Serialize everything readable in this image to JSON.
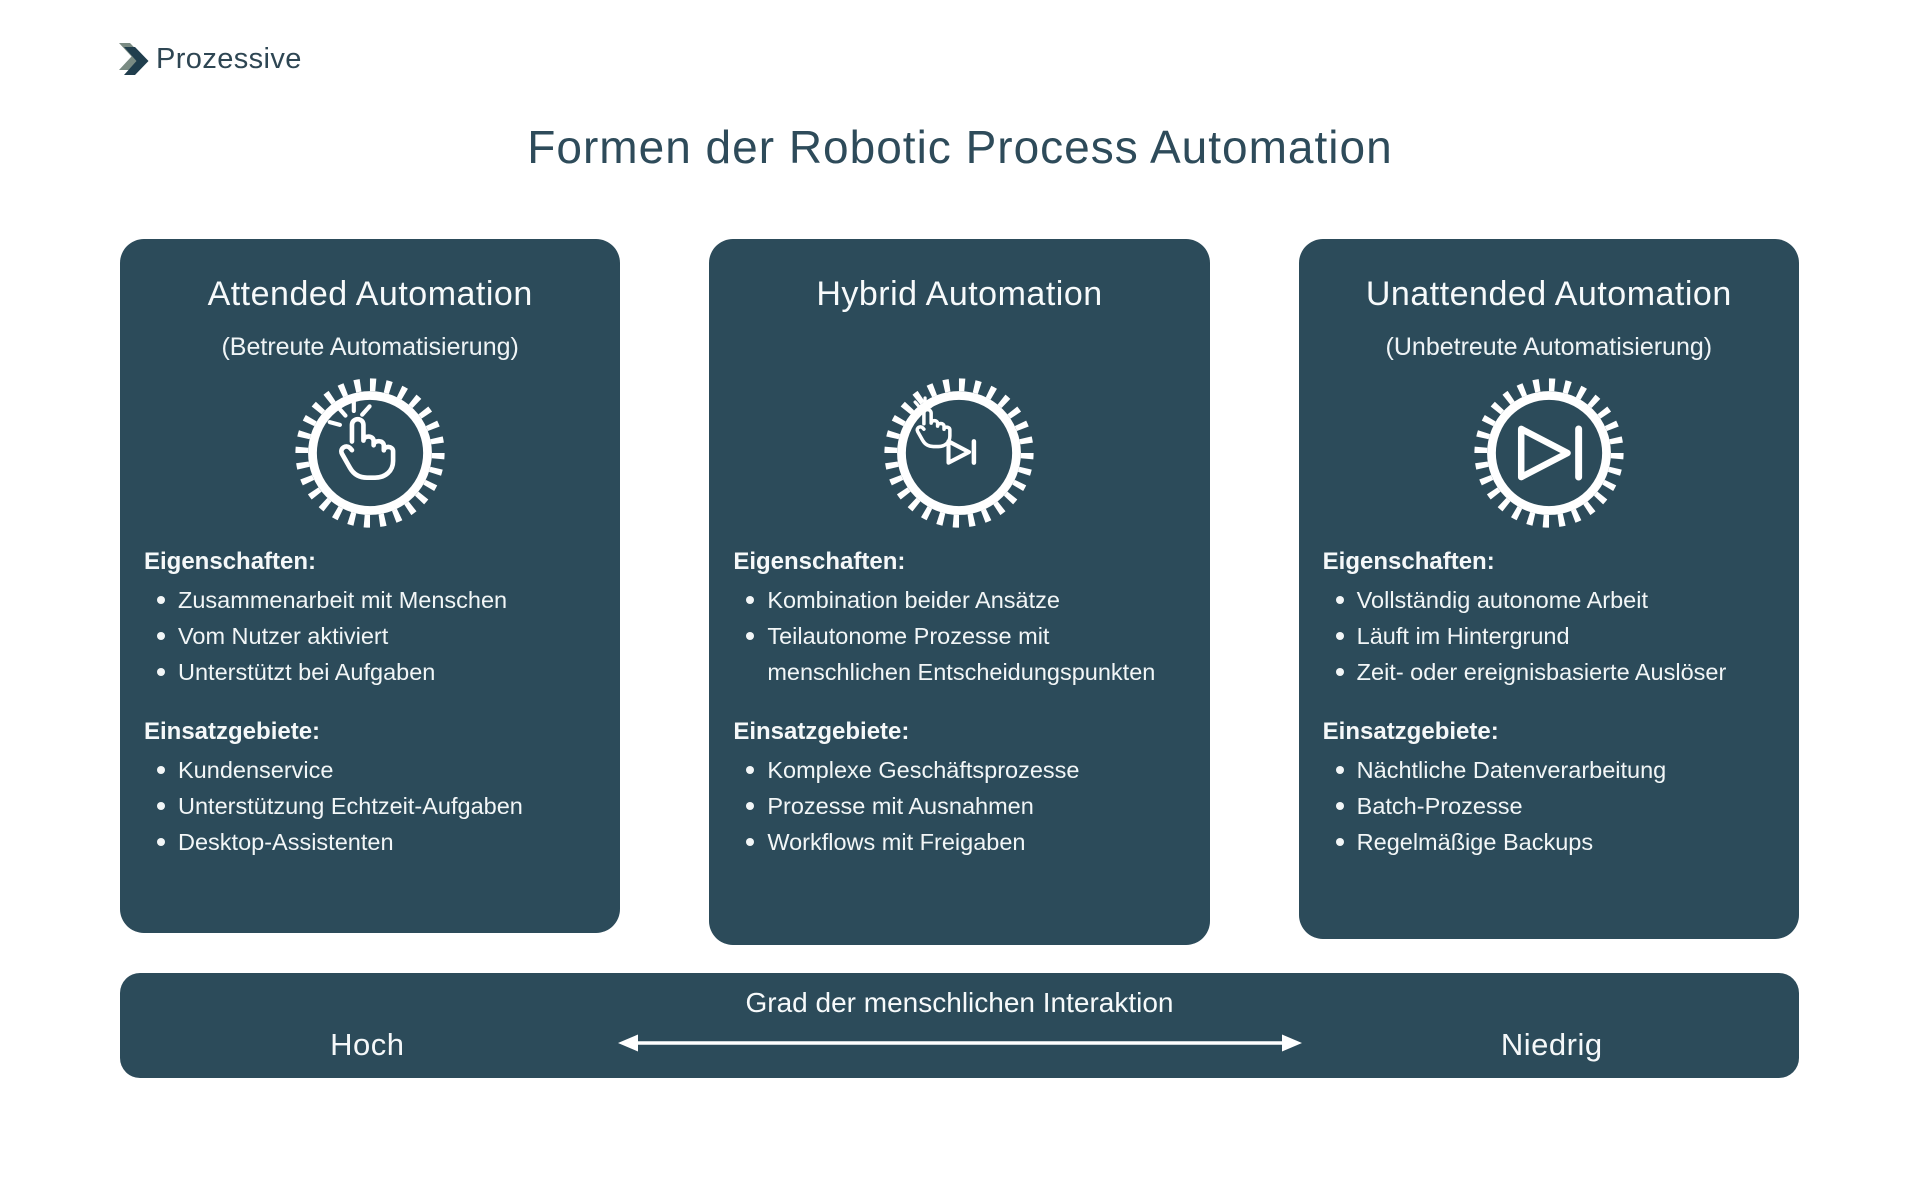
{
  "logo": {
    "text": "Prozessive",
    "icon": "chevron-logo-icon",
    "color_light": "#7A8B83",
    "color_dark": "#203E4D"
  },
  "title": "Formen der Robotic Process Automation",
  "colors": {
    "card_background": "#2C4B5A",
    "title_text": "#2E4B5A",
    "content_text": "#FFFFFF"
  },
  "cards": [
    {
      "title": "Attended Automation",
      "subtitle": "(Betreute Automatisierung)",
      "icon": "gear-click-hand-icon",
      "sections": [
        {
          "heading": "Eigenschaften:",
          "items": [
            "Zusammenarbeit mit Menschen",
            "Vom Nutzer aktiviert",
            "Unterstützt bei Aufgaben"
          ]
        },
        {
          "heading": "Einsatzgebiete:",
          "items": [
            "Kundenservice",
            "Unterstützung Echtzeit-Aufgaben",
            "Desktop-Assistenten"
          ]
        }
      ]
    },
    {
      "title": "Hybrid Automation",
      "subtitle": "",
      "icon": "gear-click-hand-skip-icon",
      "sections": [
        {
          "heading": "Eigenschaften:",
          "items": [
            "Kombination beider Ansätze",
            "Teilautonome Prozesse mit menschlichen Entscheidungspunkten"
          ]
        },
        {
          "heading": "Einsatzgebiete:",
          "items": [
            "Komplexe Geschäftsprozesse",
            "Prozesse mit Ausnahmen",
            "Workflows mit Freigaben"
          ]
        }
      ]
    },
    {
      "title": "Unattended Automation",
      "subtitle": "(Unbetreute Automatisierung)",
      "icon": "gear-skip-next-icon",
      "sections": [
        {
          "heading": "Eigenschaften:",
          "items": [
            "Vollständig autonome Arbeit",
            "Läuft im Hintergrund",
            "Zeit- oder ereignisbasierte Auslöser"
          ]
        },
        {
          "heading": "Einsatzgebiete:",
          "items": [
            "Nächtliche Datenverarbeitung",
            "Batch-Prozesse",
            "Regelmäßige Backups"
          ]
        }
      ]
    }
  ],
  "scale_bar": {
    "label": "Grad der menschlichen Interaktion",
    "left_end": "Hoch",
    "right_end": "Niedrig",
    "arrow": "double-headed-arrow-icon"
  }
}
